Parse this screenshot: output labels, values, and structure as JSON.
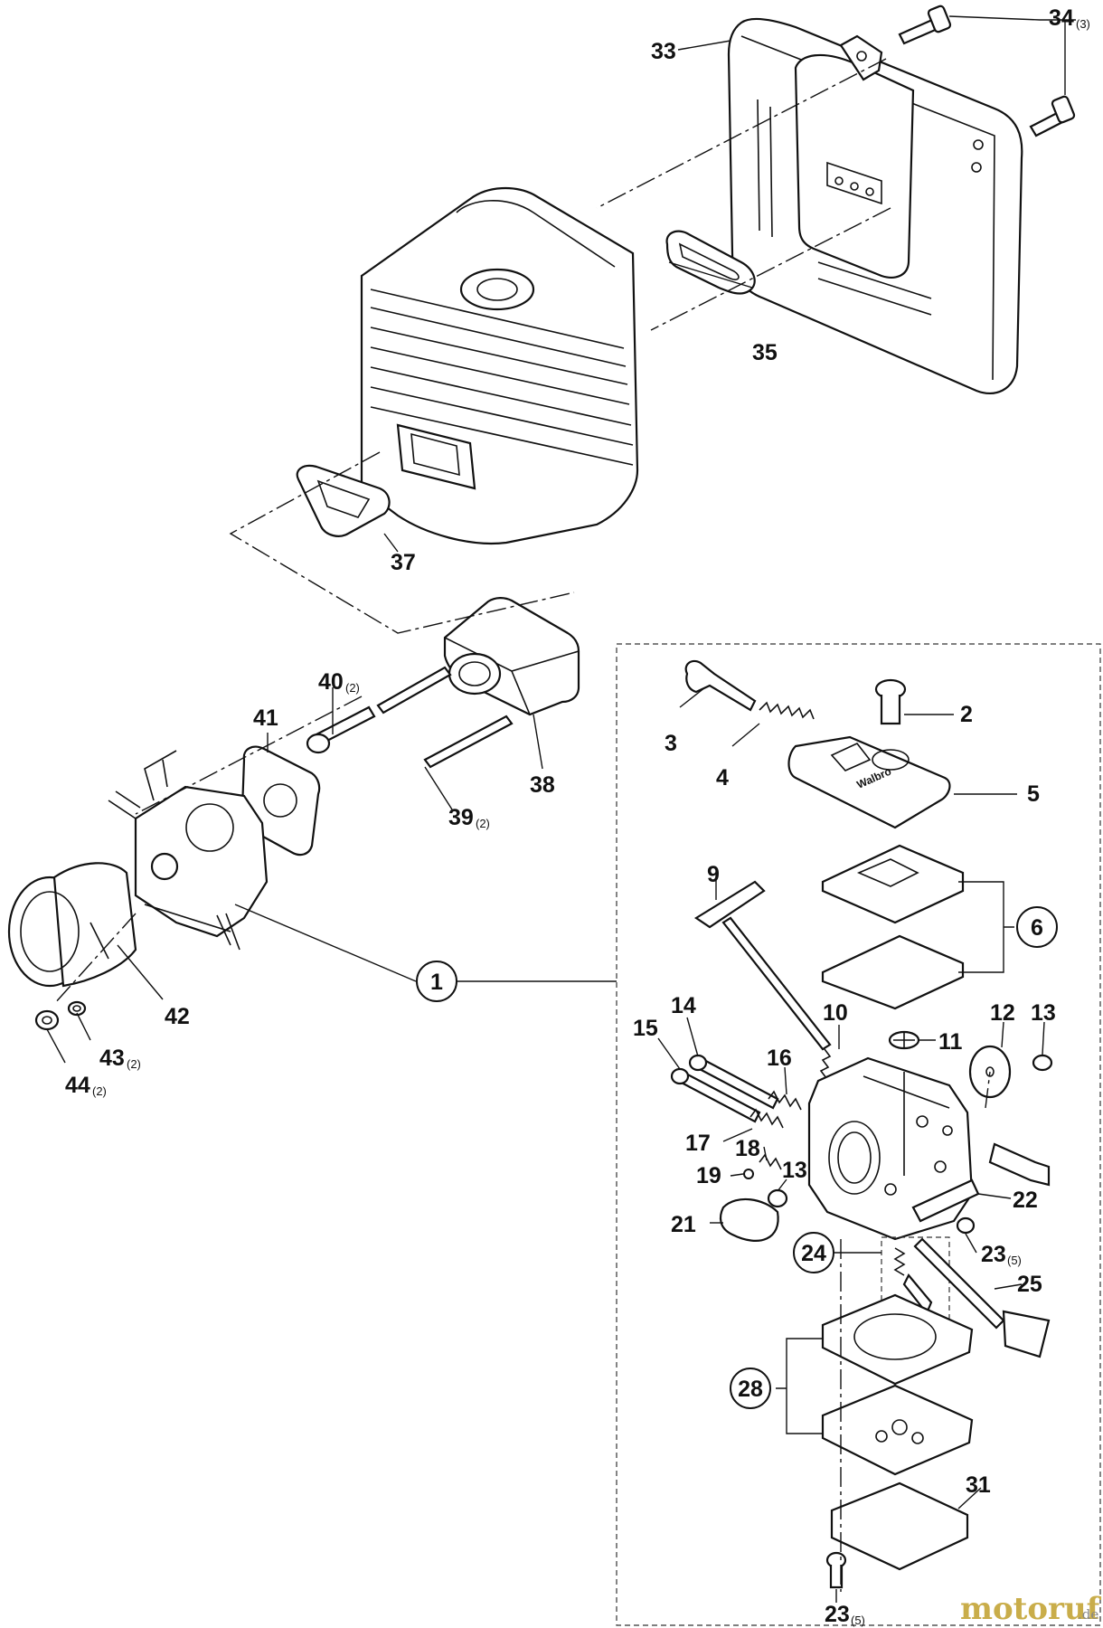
{
  "diagram": {
    "labels": [
      {
        "id": "p1",
        "text": "1",
        "circled": true
      },
      {
        "id": "p2",
        "text": "2"
      },
      {
        "id": "p3",
        "text": "3"
      },
      {
        "id": "p4",
        "text": "4"
      },
      {
        "id": "p5",
        "text": "5"
      },
      {
        "id": "p6",
        "text": "6",
        "circled": true
      },
      {
        "id": "p9",
        "text": "9"
      },
      {
        "id": "p10",
        "text": "10"
      },
      {
        "id": "p11",
        "text": "11"
      },
      {
        "id": "p12",
        "text": "12"
      },
      {
        "id": "p13a",
        "text": "13"
      },
      {
        "id": "p13b",
        "text": "13"
      },
      {
        "id": "p14",
        "text": "14"
      },
      {
        "id": "p15",
        "text": "15"
      },
      {
        "id": "p16",
        "text": "16"
      },
      {
        "id": "p17",
        "text": "17"
      },
      {
        "id": "p18",
        "text": "18"
      },
      {
        "id": "p19",
        "text": "19"
      },
      {
        "id": "p21",
        "text": "21"
      },
      {
        "id": "p22",
        "text": "22"
      },
      {
        "id": "p23a",
        "text": "23",
        "qty": "(5)"
      },
      {
        "id": "p23b",
        "text": "23",
        "qty": "(5)"
      },
      {
        "id": "p24",
        "text": "24",
        "circled": true
      },
      {
        "id": "p25",
        "text": "25"
      },
      {
        "id": "p28",
        "text": "28",
        "circled": true
      },
      {
        "id": "p31",
        "text": "31"
      },
      {
        "id": "p33",
        "text": "33"
      },
      {
        "id": "p34",
        "text": "34",
        "qty": "(3)"
      },
      {
        "id": "p35",
        "text": "35"
      },
      {
        "id": "p37",
        "text": "37"
      },
      {
        "id": "p38",
        "text": "38"
      },
      {
        "id": "p39",
        "text": "39",
        "qty": "(2)"
      },
      {
        "id": "p40",
        "text": "40",
        "qty": "(2)"
      },
      {
        "id": "p41",
        "text": "41"
      },
      {
        "id": "p42",
        "text": "42"
      },
      {
        "id": "p43",
        "text": "43",
        "qty": "(2)"
      },
      {
        "id": "p44",
        "text": "44",
        "qty": "(2)"
      }
    ],
    "carb_brand": "Walbro",
    "watermark": {
      "brand": "motoruf",
      "tld": ".de",
      "color": "#c9ad4a"
    }
  }
}
